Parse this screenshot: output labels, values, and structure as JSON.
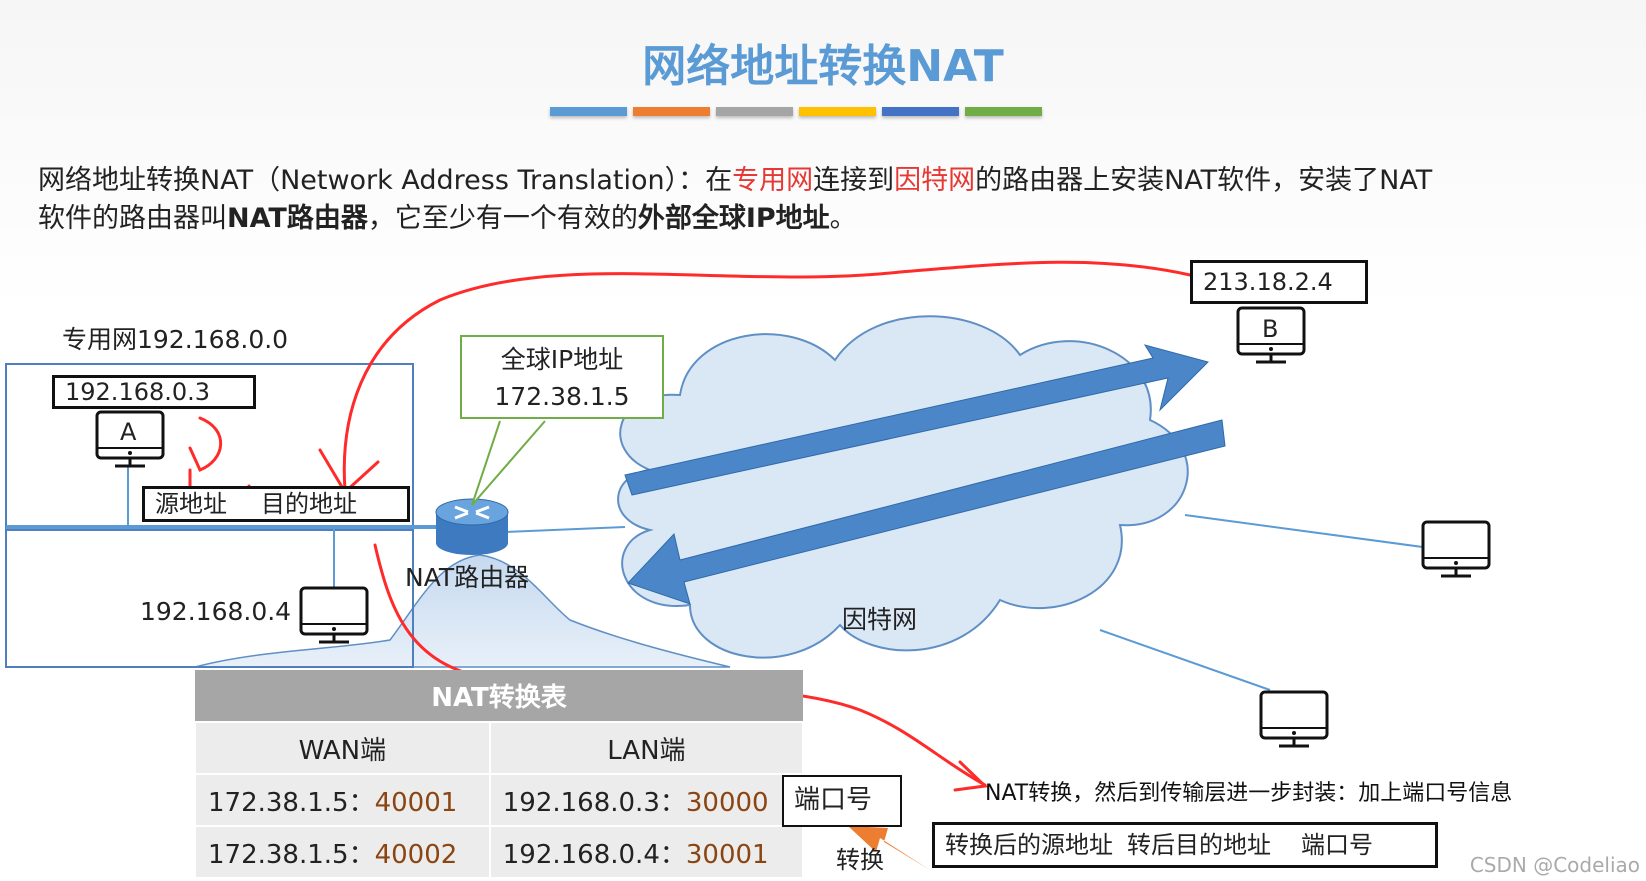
{
  "title": "网络地址转换NAT",
  "title_bar_colors": [
    "#5b9bd5",
    "#ed7d31",
    "#a5a5a5",
    "#ffc000",
    "#4472c4",
    "#70ad47"
  ],
  "description": {
    "p1": "网络地址转换NAT（Network Address Translation）：在",
    "hl1": "专用网",
    "p2": "连接到",
    "hl2": "因特网",
    "p3": "的路由器上安装NAT软件，安装了NAT",
    "p4": "软件的路由器叫",
    "b1": "NAT路由器",
    "p5": "，它至少有一个有效的",
    "b2": "外部全球IP地址",
    "p6": "。"
  },
  "private_network_label": "专用网192.168.0.0",
  "host_a": {
    "ip": "192.168.0.3",
    "name": "A"
  },
  "host_2_ip": "192.168.0.4",
  "packet": {
    "src": "源地址",
    "dst": "目的地址"
  },
  "router_label": "NAT路由器",
  "global_ip_callout": {
    "line1": "全球IP地址",
    "line2": "172.38.1.5"
  },
  "internet_label": "因特网",
  "host_b": {
    "ip": "213.18.2.4",
    "name": "B"
  },
  "nat_table": {
    "title": "NAT转换表",
    "col_wan": "WAN端",
    "col_lan": "LAN端",
    "rows": [
      {
        "wan_ip": "172.38.1.5：",
        "wan_port": "40001",
        "lan_ip": "192.168.0.3：",
        "lan_port": "30000"
      },
      {
        "wan_ip": "172.38.1.5：",
        "wan_port": "40002",
        "lan_ip": "192.168.0.4：",
        "lan_port": "30001"
      }
    ]
  },
  "port_box": "端口号",
  "convert_label": "转换",
  "annotation_note": "NAT转换，然后到传输层进一步封装：加上端口号信息",
  "bottom_packet": {
    "src": "转换后的源地址",
    "dst": "转后目的地址",
    "port": "端口号"
  },
  "watermark": "CSDN @Codeliao",
  "colors": {
    "title": "#5b9bd5",
    "highlight": "#e53935",
    "cloud": "#dae8f6",
    "arrow": "#4a86c8",
    "pen": "#ff2a2a",
    "port": "#8b4513"
  }
}
